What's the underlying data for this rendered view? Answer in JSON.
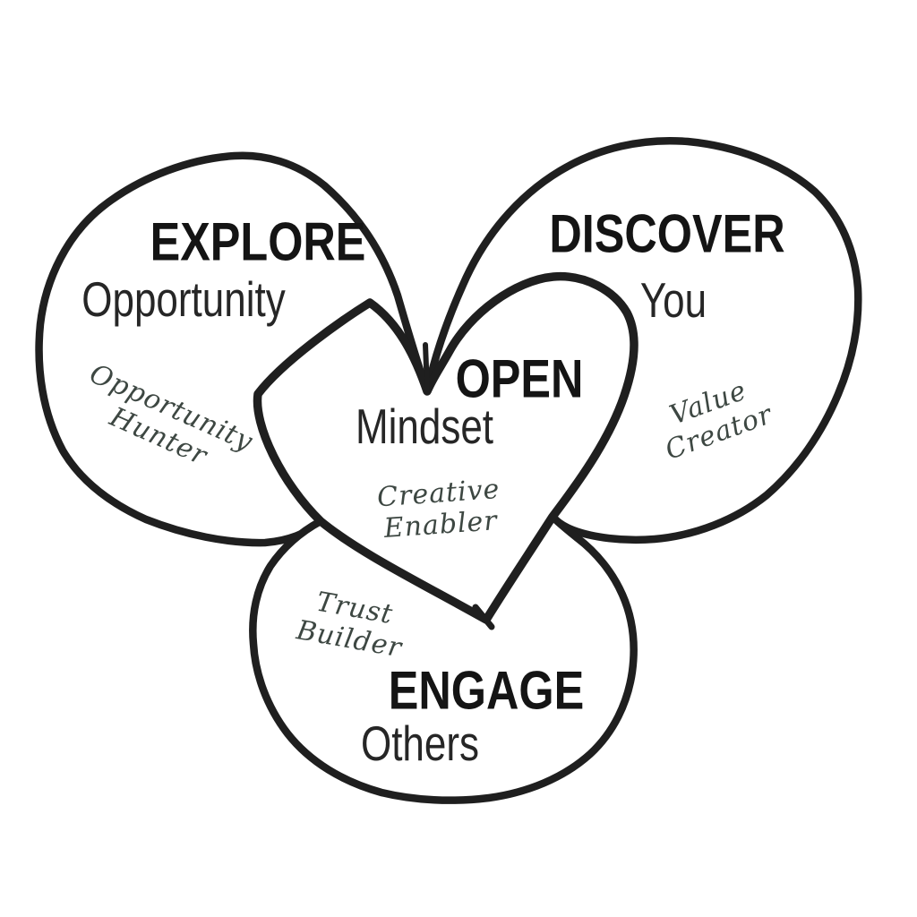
{
  "diagram": {
    "petals": [
      {
        "id": "explore",
        "heading": "EXPLORE",
        "subheading": "Opportunity",
        "role": [
          "Opportunity",
          "Hunter"
        ]
      },
      {
        "id": "discover",
        "heading": "DISCOVER",
        "subheading": "You",
        "role": [
          "Value",
          "Creator"
        ]
      },
      {
        "id": "engage",
        "heading": "ENGAGE",
        "subheading": "Others",
        "role": [
          "Trust",
          "Builder"
        ]
      }
    ],
    "center": {
      "heading": "OPEN",
      "subheading": "Mindset",
      "role": [
        "Creative",
        "Enabler"
      ]
    },
    "colors": {
      "ink": "#1f1f1f",
      "script_ink": "#3d4742",
      "background": "#ffffff"
    }
  }
}
